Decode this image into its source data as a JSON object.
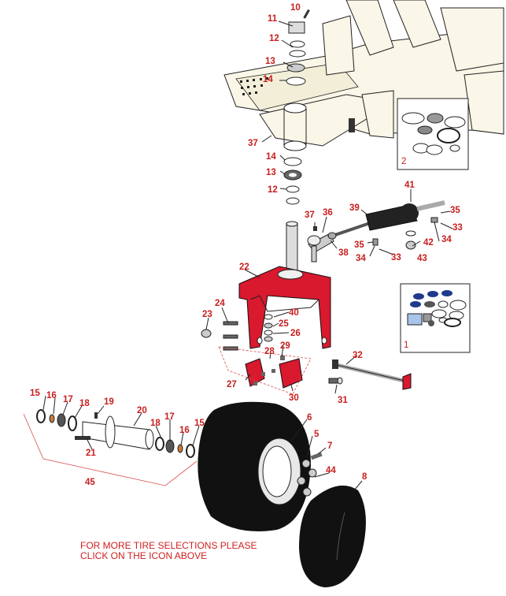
{
  "callouts": [
    {
      "id": "10",
      "text": "10"
    },
    {
      "id": "11",
      "text": "11"
    },
    {
      "id": "12a",
      "text": "12"
    },
    {
      "id": "13a",
      "text": "13"
    },
    {
      "id": "14a",
      "text": "14"
    },
    {
      "id": "37a",
      "text": "37"
    },
    {
      "id": "14b",
      "text": "14"
    },
    {
      "id": "13b",
      "text": "13"
    },
    {
      "id": "12b",
      "text": "12"
    },
    {
      "id": "41",
      "text": "41"
    },
    {
      "id": "39",
      "text": "39"
    },
    {
      "id": "36",
      "text": "36"
    },
    {
      "id": "37b",
      "text": "37"
    },
    {
      "id": "35a",
      "text": "35"
    },
    {
      "id": "33a",
      "text": "33"
    },
    {
      "id": "34a",
      "text": "34"
    },
    {
      "id": "42",
      "text": "42"
    },
    {
      "id": "35b",
      "text": "35"
    },
    {
      "id": "38",
      "text": "38"
    },
    {
      "id": "34b",
      "text": "34"
    },
    {
      "id": "33b",
      "text": "33"
    },
    {
      "id": "43",
      "text": "43"
    },
    {
      "id": "22",
      "text": "22"
    },
    {
      "id": "24",
      "text": "24"
    },
    {
      "id": "40",
      "text": "40"
    },
    {
      "id": "23",
      "text": "23"
    },
    {
      "id": "25",
      "text": "25"
    },
    {
      "id": "26",
      "text": "26"
    },
    {
      "id": "28",
      "text": "28"
    },
    {
      "id": "29",
      "text": "29"
    },
    {
      "id": "32",
      "text": "32"
    },
    {
      "id": "27",
      "text": "27"
    },
    {
      "id": "30",
      "text": "30"
    },
    {
      "id": "31",
      "text": "31"
    },
    {
      "id": "15a",
      "text": "15"
    },
    {
      "id": "16a",
      "text": "16"
    },
    {
      "id": "17a",
      "text": "17"
    },
    {
      "id": "18a",
      "text": "18"
    },
    {
      "id": "19",
      "text": "19"
    },
    {
      "id": "20",
      "text": "20"
    },
    {
      "id": "17b",
      "text": "17"
    },
    {
      "id": "18b",
      "text": "18"
    },
    {
      "id": "16b",
      "text": "16"
    },
    {
      "id": "15b",
      "text": "15"
    },
    {
      "id": "21",
      "text": "21"
    },
    {
      "id": "6",
      "text": "6"
    },
    {
      "id": "5",
      "text": "5"
    },
    {
      "id": "7",
      "text": "7"
    },
    {
      "id": "44",
      "text": "44"
    },
    {
      "id": "8",
      "text": "8"
    },
    {
      "id": "45",
      "text": "45"
    }
  ],
  "kits": [
    {
      "id": "kit2",
      "label": "2"
    },
    {
      "id": "kit1",
      "label": "1"
    }
  ],
  "note": {
    "line1": "FOR MORE TIRE SELECTIONS PLEASE",
    "line2": "CLICK ON THE ICON ABOVE"
  },
  "colors": {
    "callout": "#c81e1e",
    "caster_fork": "#d8192e",
    "frame_fill": "#faf6e8",
    "tire": "#111111"
  }
}
